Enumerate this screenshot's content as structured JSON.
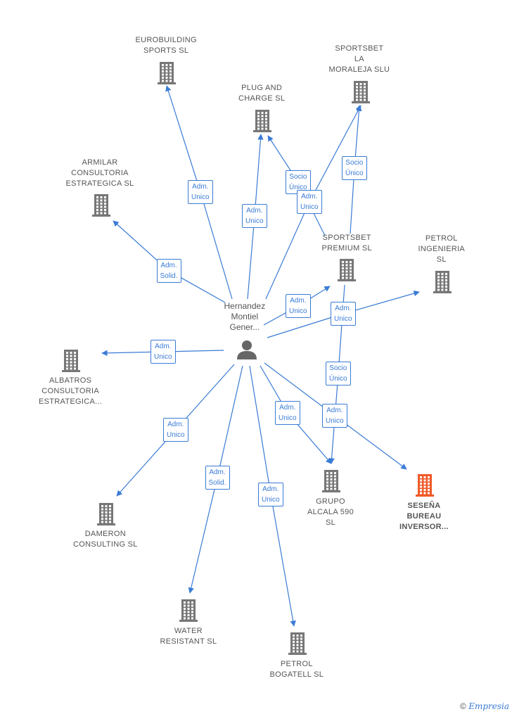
{
  "colors": {
    "edge": "#3a7bd5",
    "building": "#777777",
    "highlight": "#f05a28",
    "person": "#666666"
  },
  "center": {
    "name_lines": [
      "Hernandez",
      "Montiel",
      "Gener..."
    ],
    "icon": "person-icon"
  },
  "nodes": [
    {
      "id": "eurobuilding",
      "lines": [
        "EUROBUILDING",
        "SPORTS  SL"
      ],
      "highlight": false
    },
    {
      "id": "sportsbet-la-moraleja",
      "lines": [
        "SPORTSBET",
        "LA",
        "MORALEJA SLU"
      ],
      "highlight": false
    },
    {
      "id": "plug-and-charge",
      "lines": [
        "PLUG AND",
        "CHARGE  SL"
      ],
      "highlight": false
    },
    {
      "id": "armilar",
      "lines": [
        "ARMILAR",
        "CONSULTORIA",
        "ESTRATEGICA SL"
      ],
      "highlight": false
    },
    {
      "id": "sportsbet-premium",
      "lines": [
        "SPORTSBET",
        "PREMIUM  SL"
      ],
      "highlight": false
    },
    {
      "id": "petrol-ingenieria",
      "lines": [
        "PETROL",
        "INGENIERIA",
        "SL"
      ],
      "highlight": false
    },
    {
      "id": "albatros",
      "lines": [
        "ALBATROS",
        "CONSULTORIA",
        "ESTRATEGICA..."
      ],
      "highlight": false
    },
    {
      "id": "grupo-alcala",
      "lines": [
        "GRUPO",
        "ALCALA 590",
        "SL"
      ],
      "highlight": false
    },
    {
      "id": "sesena-bureau",
      "lines": [
        "SESEÑA",
        "BUREAU",
        "INVERSOR..."
      ],
      "highlight": true
    },
    {
      "id": "dameron",
      "lines": [
        "DAMERON",
        "CONSULTING SL"
      ],
      "highlight": false
    },
    {
      "id": "water-resistant",
      "lines": [
        "WATER",
        "RESISTANT SL"
      ],
      "highlight": false
    },
    {
      "id": "petrol-bogatell",
      "lines": [
        "PETROL",
        "BOGATELL  SL"
      ],
      "highlight": false
    }
  ],
  "edges": [
    {
      "from": "center",
      "to": "eurobuilding",
      "label": [
        "Adm.",
        "Unico"
      ]
    },
    {
      "from": "center",
      "to": "plug-and-charge",
      "label": [
        "Adm.",
        "Unico"
      ]
    },
    {
      "from": "sportsbet-premium",
      "to": "plug-and-charge",
      "label": [
        "Socio",
        "Único"
      ]
    },
    {
      "from": "center",
      "to": "sportsbet-la-moraleja",
      "label": [
        "Adm.",
        "Unico"
      ]
    },
    {
      "from": "sportsbet-premium",
      "to": "sportsbet-la-moraleja",
      "label": [
        "Socio",
        "Único"
      ]
    },
    {
      "from": "center",
      "to": "armilar",
      "label": [
        "Adm.",
        "Solid."
      ]
    },
    {
      "from": "center",
      "to": "sportsbet-premium",
      "label": [
        "Adm.",
        "Unico"
      ]
    },
    {
      "from": "center",
      "to": "petrol-ingenieria",
      "label": [
        "Adm.",
        "Unico"
      ]
    },
    {
      "from": "center",
      "to": "albatros",
      "label": [
        "Adm.",
        "Unico"
      ]
    },
    {
      "from": "sportsbet-premium",
      "to": "grupo-alcala",
      "label": [
        "Socio",
        "Único"
      ]
    },
    {
      "from": "center",
      "to": "grupo-alcala",
      "label": [
        "Adm.",
        "Unico"
      ]
    },
    {
      "from": "center",
      "to": "sesena-bureau",
      "label": [
        "Adm.",
        "Unico"
      ]
    },
    {
      "from": "center",
      "to": "dameron",
      "label": [
        "Adm.",
        "Unico"
      ]
    },
    {
      "from": "center",
      "to": "water-resistant",
      "label": [
        "Adm.",
        "Solid."
      ]
    },
    {
      "from": "center",
      "to": "petrol-bogatell",
      "label": [
        "Adm.",
        "Unico"
      ]
    }
  ],
  "footer": {
    "copyright": "©",
    "brand": "Empresia"
  }
}
